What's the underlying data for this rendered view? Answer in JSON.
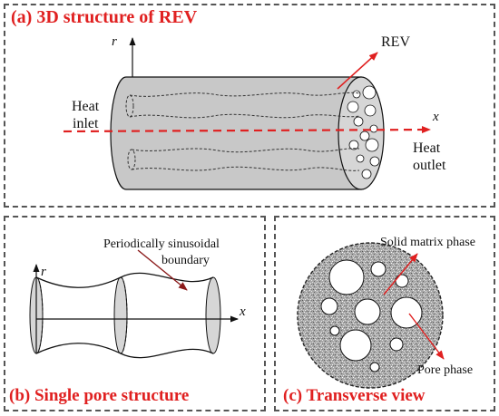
{
  "panel_a": {
    "title": "(a) 3D structure of REV",
    "axis_r": "r",
    "axis_x": "x",
    "rev_label": "REV",
    "heat_inlet_line1": "Heat",
    "heat_inlet_line2": "inlet",
    "heat_outlet_line1": "Heat",
    "heat_outlet_line2": "outlet"
  },
  "panel_b": {
    "title": "(b) Single pore structure",
    "axis_r": "r",
    "axis_x": "x",
    "boundary_line1": "Periodically sinusoidal",
    "boundary_line2": "boundary"
  },
  "panel_c": {
    "title": "(c) Transverse view",
    "solid_label": "Solid matrix phase",
    "pore_label": "Pore phase"
  },
  "colors": {
    "title_red": "#e02020",
    "arrow_red": "#e02020",
    "cylinder_gray": "#c8c8c8",
    "ellipse_gray": "#d6d6d6",
    "matrix_gray": "#a9a9a9"
  }
}
